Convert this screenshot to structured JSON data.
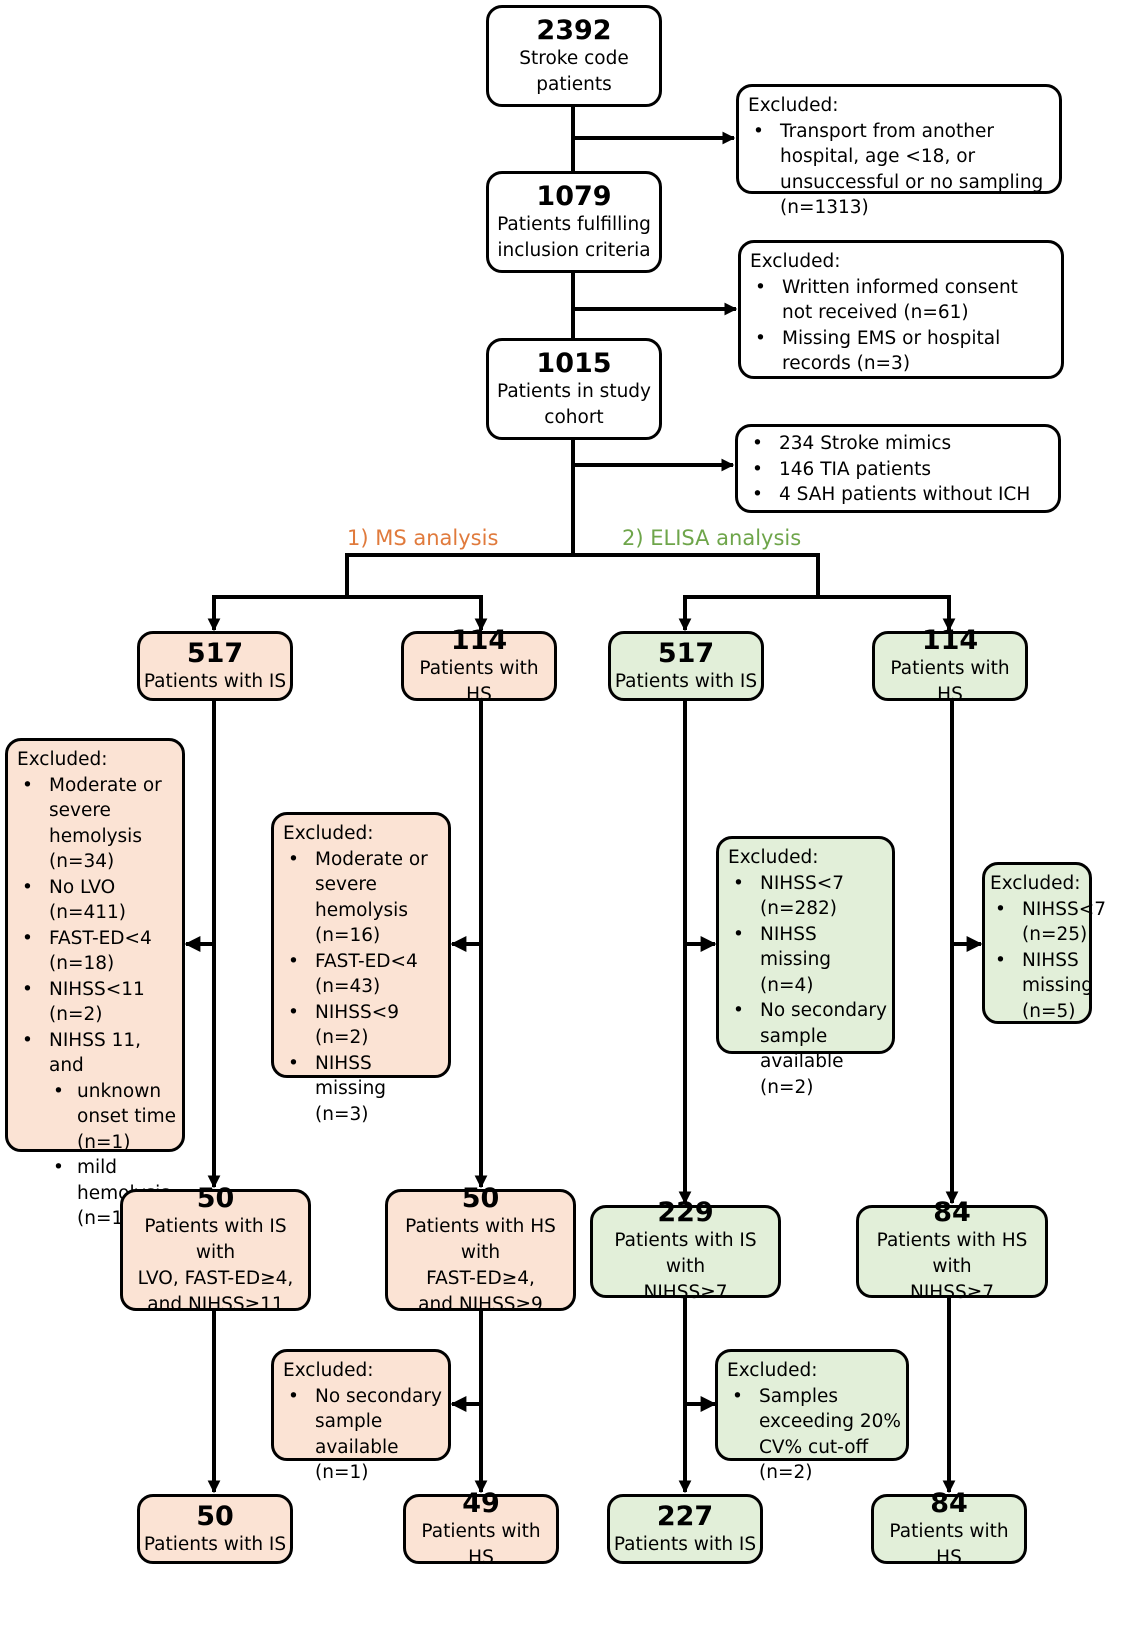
{
  "nodes": {
    "n2392": {
      "count": "2392",
      "label": "Stroke code\npatients"
    },
    "n1079": {
      "count": "1079",
      "label": "Patients fulfilling\ninclusion criteria"
    },
    "n1015": {
      "count": "1015",
      "label": "Patients in study\ncohort"
    },
    "ms_is": {
      "count": "517",
      "label": "Patients with IS"
    },
    "ms_hs": {
      "count": "114",
      "label": "Patients with HS"
    },
    "el_is": {
      "count": "517",
      "label": "Patients with IS"
    },
    "el_hs": {
      "count": "114",
      "label": "Patients with HS"
    },
    "ms_is_sel": {
      "count": "50",
      "label": "Patients with IS with\nLVO, FAST-ED≥4,\nand NIHSS≥11"
    },
    "ms_hs_sel": {
      "count": "50",
      "label": "Patients with HS with\nFAST-ED≥4,\nand NIHSS≥9"
    },
    "el_is_sel": {
      "count": "229",
      "label": "Patients with IS with\nNIHSS≥7"
    },
    "el_hs_sel": {
      "count": "84",
      "label": "Patients with HS with\nNIHSS≥7"
    },
    "ms_is_fin": {
      "count": "50",
      "label": "Patients with IS"
    },
    "ms_hs_fin": {
      "count": "49",
      "label": "Patients with HS"
    },
    "el_is_fin": {
      "count": "227",
      "label": "Patients with IS"
    },
    "el_hs_fin": {
      "count": "84",
      "label": "Patients with HS"
    }
  },
  "branches": {
    "ms": {
      "label": "1) MS analysis",
      "color": "#e07a3c"
    },
    "elisa": {
      "label": "2) ELISA analysis",
      "color": "#6ea54a"
    }
  },
  "colors": {
    "orange_fill": "#fbe3d4",
    "green_fill": "#e2efd9",
    "line": "#000000"
  },
  "exclusions": {
    "e1": {
      "heading": "Excluded:",
      "items": [
        "Transport from another hospital, age <18, or unsuccessful or no sampling (n=1313)"
      ]
    },
    "e2": {
      "heading": "Excluded:",
      "items": [
        "Written informed consent not received (n=61)",
        "Missing EMS or hospital records (n=3)"
      ]
    },
    "e3": {
      "items": [
        "234 Stroke mimics",
        "146 TIA patients",
        "4 SAH patients without ICH"
      ]
    },
    "ms_is": {
      "heading": "Excluded:",
      "items": [
        "Moderate or severe hemolysis (n=34)",
        "No LVO (n=411)",
        "FAST-ED<4 (n=18)",
        "NIHSS<11 (n=2)",
        "NIHSS 11, and"
      ],
      "subitems": [
        "unknown onset time (n=1)",
        "mild hemolysis (n=1)"
      ]
    },
    "ms_hs": {
      "heading": "Excluded:",
      "items": [
        "Moderate or severe hemolysis (n=16)",
        "FAST-ED<4 (n=43)",
        "NIHSS<9 (n=2)",
        "NIHSS missing (n=3)"
      ]
    },
    "el_is": {
      "heading": "Excluded:",
      "items": [
        "NIHSS<7 (n=282)",
        "NIHSS missing (n=4)",
        "No secondary sample available (n=2)"
      ]
    },
    "el_hs": {
      "heading": "Excluded:",
      "items": [
        "NIHSS<7 (n=25)",
        "NIHSS missing (n=5)"
      ]
    },
    "ms_hs2": {
      "heading": "Excluded:",
      "items": [
        "No secondary sample available (n=1)"
      ]
    },
    "el_is2": {
      "heading": "Excluded:",
      "items": [
        "Samples exceeding 20% CV% cut-off (n=2)"
      ]
    }
  }
}
